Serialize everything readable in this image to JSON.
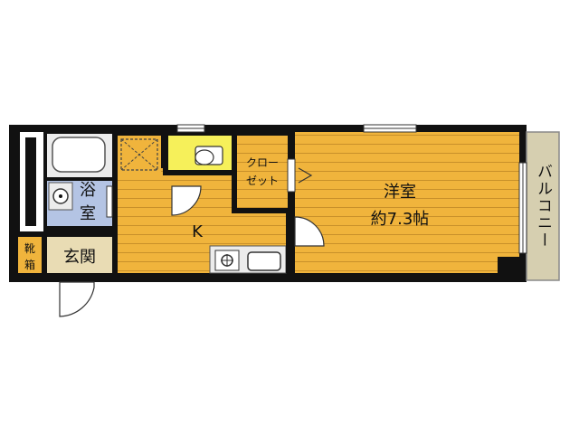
{
  "floor_plan": {
    "rooms": {
      "western_room": {
        "name": "洋室",
        "size": "約7.3帖"
      },
      "bath": {
        "name_top": "浴",
        "name_bottom": "室"
      },
      "closet": {
        "line1": "クロー",
        "line2": "ゼット"
      },
      "kitchen": {
        "name": "K"
      },
      "balcony": {
        "name": "バルコニー"
      },
      "entrance": {
        "name": "玄関"
      },
      "shoe_cabinet": {
        "line1": "靴",
        "line2": "箱"
      }
    },
    "colors": {
      "wall": "#111111",
      "floor_wood": "#f0b43c",
      "floor_line": "#c8902a",
      "toilet_room": "#f6f05a",
      "bath_floor": "#b4c4e4",
      "tile": "#e9dcb4",
      "balcony": "#d6cfb0",
      "fixture": "#ececec"
    }
  }
}
